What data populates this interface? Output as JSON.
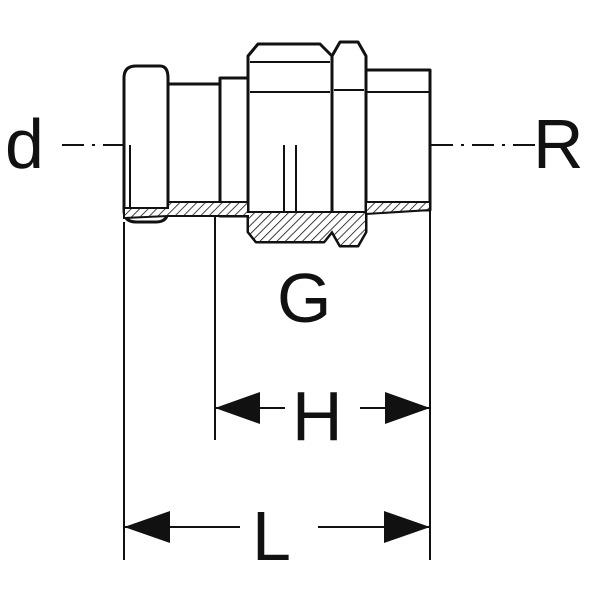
{
  "labels": {
    "d": "d",
    "R": "R",
    "G": "G",
    "H": "H",
    "L": "L"
  },
  "colors": {
    "line": "#111111",
    "background": "#ffffff"
  }
}
